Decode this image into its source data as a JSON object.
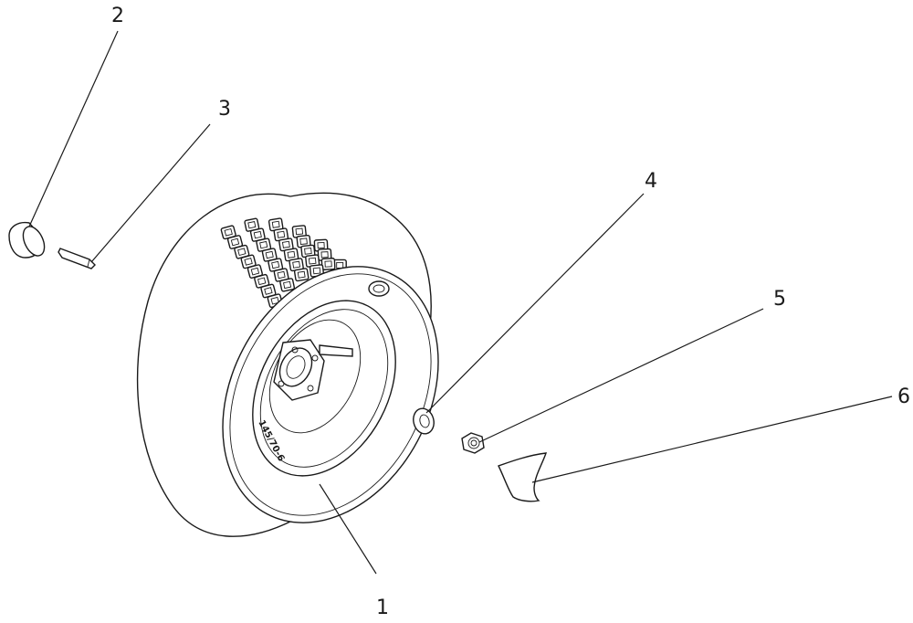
{
  "callouts": [
    {
      "id": "1",
      "label": "1"
    },
    {
      "id": "2",
      "label": "2"
    },
    {
      "id": "3",
      "label": "3"
    },
    {
      "id": "4",
      "label": "4"
    },
    {
      "id": "5",
      "label": "5"
    },
    {
      "id": "6",
      "label": "6"
    }
  ],
  "tire_marking": "145/70-6"
}
